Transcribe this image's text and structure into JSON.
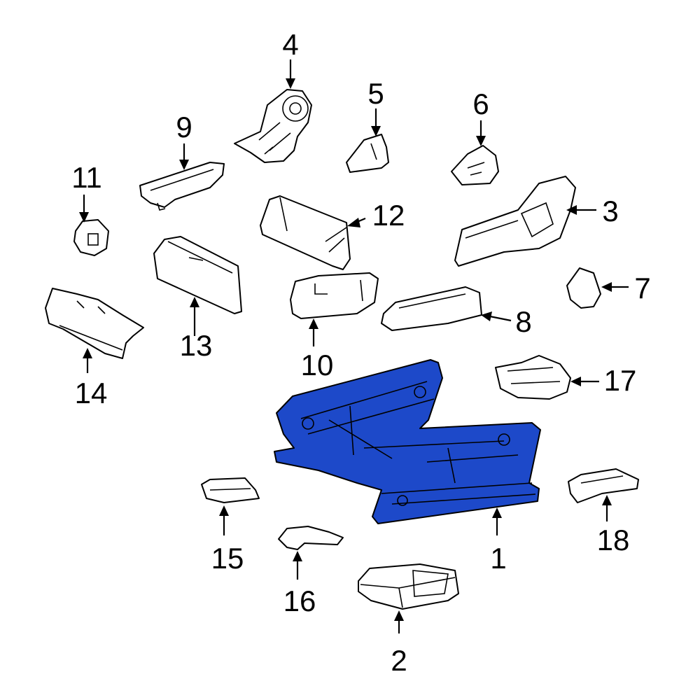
{
  "diagram": {
    "highlight_color": "#1d49c9",
    "highlighted_part": "1",
    "callouts": {
      "c1": "1",
      "c2": "2",
      "c3": "3",
      "c4": "4",
      "c5": "5",
      "c6": "6",
      "c7": "7",
      "c8": "8",
      "c9": "9",
      "c10": "10",
      "c11": "11",
      "c12": "12",
      "c13": "13",
      "c14": "14",
      "c15": "15",
      "c16": "16",
      "c17": "17",
      "c18": "18"
    }
  }
}
